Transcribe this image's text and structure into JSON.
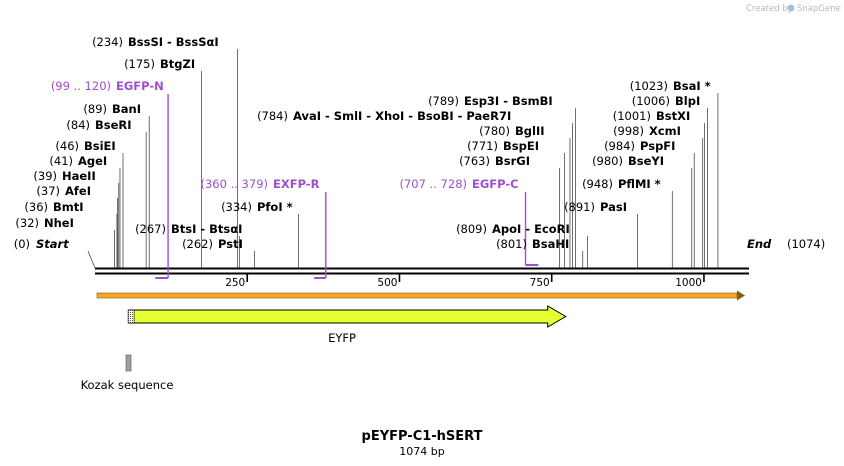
{
  "credit": {
    "text": "Created by",
    "brand": "SnapGene"
  },
  "map": {
    "title": "pEYFP-C1-hSERT",
    "length_label": "1074 bp",
    "total_bp": 1074,
    "ticks": [
      {
        "bp": 250,
        "label": "250"
      },
      {
        "bp": 500,
        "label": "500"
      },
      {
        "bp": 750,
        "label": "750"
      },
      {
        "bp": 1000,
        "label": "1000"
      }
    ]
  },
  "ends": {
    "start": {
      "pos": "(0)",
      "name": "Start",
      "bp": 0
    },
    "end": {
      "pos": "(1074)",
      "name": "End",
      "bp": 1074
    }
  },
  "sites": [
    {
      "pos": "(32)",
      "name": "NheI",
      "bp": 32
    },
    {
      "pos": "(36)",
      "name": "BmtI",
      "bp": 36
    },
    {
      "pos": "(37)",
      "name": "AfeI",
      "bp": 37
    },
    {
      "pos": "(39)",
      "name": "HaeII",
      "bp": 39
    },
    {
      "pos": "(41)",
      "name": "AgeI",
      "bp": 41
    },
    {
      "pos": "(46)",
      "name": "BsiEI",
      "bp": 46
    },
    {
      "pos": "(84)",
      "name": "BseRI",
      "bp": 84
    },
    {
      "pos": "(89)",
      "name": "BanI",
      "bp": 89
    },
    {
      "pos": "(175)",
      "name": "BtgZI",
      "bp": 175
    },
    {
      "pos": "(234)",
      "name": "BssSI  -  BssSαI",
      "bp": 234
    },
    {
      "pos": "(267)",
      "name": "BtsI  -  BtsαI",
      "bp": 237
    },
    {
      "pos": "(262)",
      "name": "PstI",
      "bp": 262
    },
    {
      "pos": "(334)",
      "name": "PfoI *",
      "bp": 334
    },
    {
      "pos": "(784)",
      "name": "AvaI  -  SmlI  -  XhoI  -  BsoBI  -  PaeR7I",
      "bp": 784
    },
    {
      "pos": "(789)",
      "name": "Esp3I  -  BsmBI",
      "bp": 789
    },
    {
      "pos": "(780)",
      "name": "BglII",
      "bp": 780
    },
    {
      "pos": "(771)",
      "name": "BspEI",
      "bp": 771
    },
    {
      "pos": "(763)",
      "name": "BsrGI",
      "bp": 763
    },
    {
      "pos": "(809)",
      "name": "ApoI  -  EcoRI",
      "bp": 809
    },
    {
      "pos": "(801)",
      "name": "BsaHI",
      "bp": 801
    },
    {
      "pos": "(891)",
      "name": "PasI",
      "bp": 891
    },
    {
      "pos": "(948)",
      "name": "PflMI *",
      "bp": 948
    },
    {
      "pos": "(980)",
      "name": "BseYI",
      "bp": 980
    },
    {
      "pos": "(984)",
      "name": "PspFI",
      "bp": 984
    },
    {
      "pos": "(998)",
      "name": "XcmI",
      "bp": 998
    },
    {
      "pos": "(1001)",
      "name": "BstXI",
      "bp": 1001
    },
    {
      "pos": "(1006)",
      "name": "BlpI",
      "bp": 1006
    },
    {
      "pos": "(1023)",
      "name": "BsaI *",
      "bp": 1023
    }
  ],
  "primers": [
    {
      "range": "(99 .. 120)",
      "name": "EGFP-N",
      "start": 99,
      "end": 120,
      "bar": "reverse"
    },
    {
      "range": "(360 .. 379)",
      "name": "EXFP-R",
      "start": 360,
      "end": 379,
      "bar": "reverse"
    },
    {
      "range": "(707 .. 728)",
      "name": "EGFP-C",
      "start": 707,
      "end": 728,
      "bar": "forward"
    }
  ],
  "features": {
    "orf_color": "#f5a623",
    "eyfp": {
      "label": "EYFP",
      "start": 56,
      "end": 773,
      "color": "#e6ff33"
    },
    "kozak": {
      "label": "Kozak sequence",
      "start": 46,
      "end": 56,
      "color": "#a0a0a0"
    }
  }
}
